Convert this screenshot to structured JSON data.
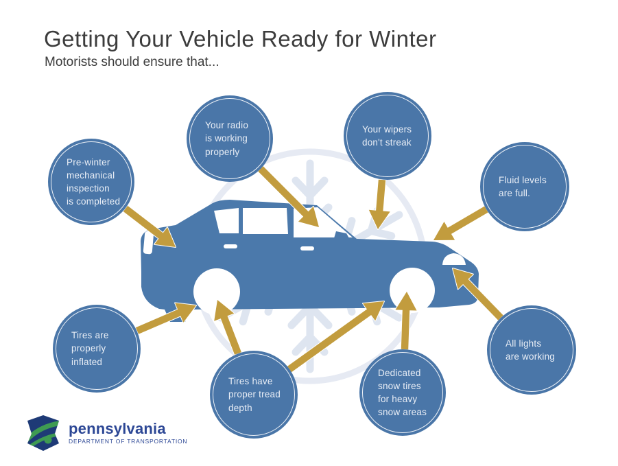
{
  "page": {
    "background": "#ffffff"
  },
  "header": {
    "title": "Getting Your Vehicle Ready for Winter",
    "subtitle": "Motorists should ensure that..."
  },
  "bubbles": [
    {
      "name": "pre-winter-inspection",
      "label": "Pre-winter\nmechanical\ninspection\nis completed"
    },
    {
      "name": "radio-working",
      "label": "Your radio\nis working\nproperly"
    },
    {
      "name": "wipers-dont-streak",
      "label": "Your wipers\ndon't streak"
    },
    {
      "name": "fluid-levels-full",
      "label": "Fluid levels\nare full."
    },
    {
      "name": "tires-properly-inflated",
      "label": "Tires are\nproperly\ninflated"
    },
    {
      "name": "tires-tread-depth",
      "label": "Tires have\nproper tread\ndepth"
    },
    {
      "name": "dedicated-snow-tires",
      "label": "Dedicated\nsnow tires\nfor heavy\nsnow areas"
    },
    {
      "name": "all-lights-working",
      "label": "All lights\nare working"
    }
  ],
  "graphics": {
    "car": "sedan-silhouette",
    "watermark": "snowflake-in-circle",
    "arrows": "gold-connector-arrows"
  },
  "logo": {
    "name": "pennsylvania",
    "department": "DEPARTMENT OF TRANSPORTATION"
  },
  "colors": {
    "bubble": "#4a76a8",
    "bubble_text": "#e9eef6",
    "car": "#4b79ab",
    "arrow": "#c29c3e",
    "watermark": "#dfe5ef",
    "title_text": "#3c3c3c",
    "logo_navy": "#1e3a76",
    "logo_green": "#3f9b52",
    "logo_text": "#2c4795"
  }
}
